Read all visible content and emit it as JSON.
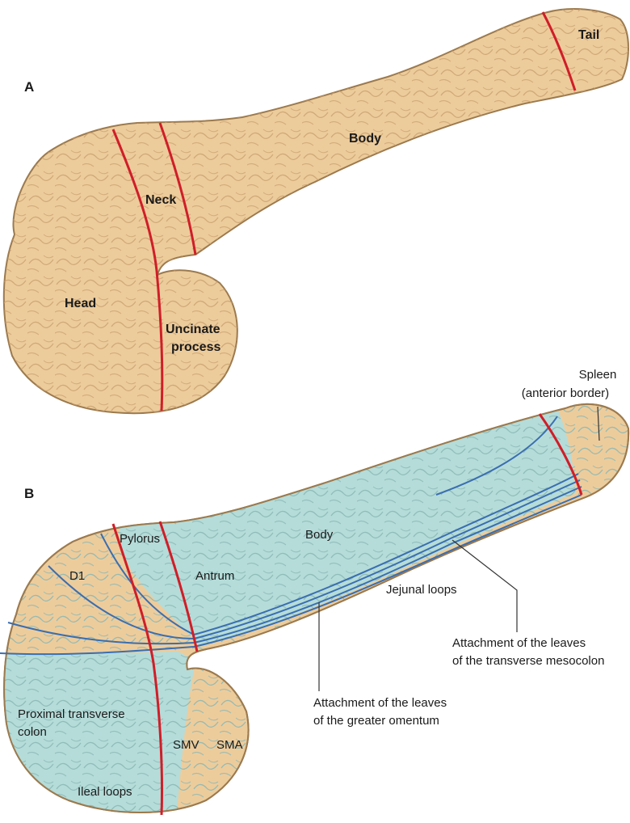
{
  "panels": {
    "a": "A",
    "b": "B"
  },
  "top": {
    "tail": "Tail",
    "body": "Body",
    "neck": "Neck",
    "head": "Head",
    "uncinate_1": "Uncinate",
    "uncinate_2": "process"
  },
  "bottom": {
    "spleen_1": "Spleen",
    "spleen_2": "(anterior border)",
    "body": "Body",
    "pylorus": "Pylorus",
    "d1": "D1",
    "antrum": "Antrum",
    "jejunal": "Jejunal loops",
    "mesocolon_1": "Attachment of the leaves",
    "mesocolon_2": "of the transverse mesocolon",
    "omentum_1": "Attachment of the leaves",
    "omentum_2": "of the greater omentum",
    "colon_1": "Proximal transverse",
    "colon_2": "colon",
    "smv": "SMV",
    "sma": "SMA",
    "ileal": "Ileal loops"
  },
  "colors": {
    "tissue": "#edcc9c",
    "lobule": "#c9a06f",
    "outline": "#9c7a4e",
    "peritoneum": "#b5dcd9",
    "line_red": "#d01e28",
    "line_blue": "#3a6eb0"
  }
}
